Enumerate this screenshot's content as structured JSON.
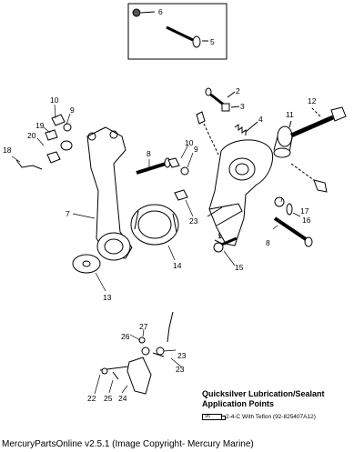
{
  "diagram": {
    "callouts": {
      "c6_top": "6",
      "c5_top": "5",
      "c2": "2",
      "c3": "3",
      "c4": "4",
      "c11": "11",
      "c12": "12",
      "c10_left": "10",
      "c9_left": "9",
      "c19": "19",
      "c20": "20",
      "c18": "18",
      "c8_upper": "8",
      "c10_mid": "10",
      "c9_mid": "9",
      "c7": "7",
      "c23_mid": "23",
      "c17": "17",
      "c16": "16",
      "c8_lower": "8",
      "c1": "1",
      "c15": "15",
      "c14": "14",
      "c13": "13",
      "c27": "27",
      "c26": "26",
      "c23_low_right": "23",
      "c23_low": "23",
      "c22": "22",
      "c25": "25",
      "c24": "24"
    }
  },
  "legend": {
    "title": "Quicksilver Lubrication/Sealant Application Points",
    "tube_code": "95",
    "text": "2-4-C  With Teflon  (92-825407A12)"
  },
  "footer": {
    "text": "MercuryPartsOnline v2.5.1 (Image Copyright- Mercury Marine)"
  }
}
